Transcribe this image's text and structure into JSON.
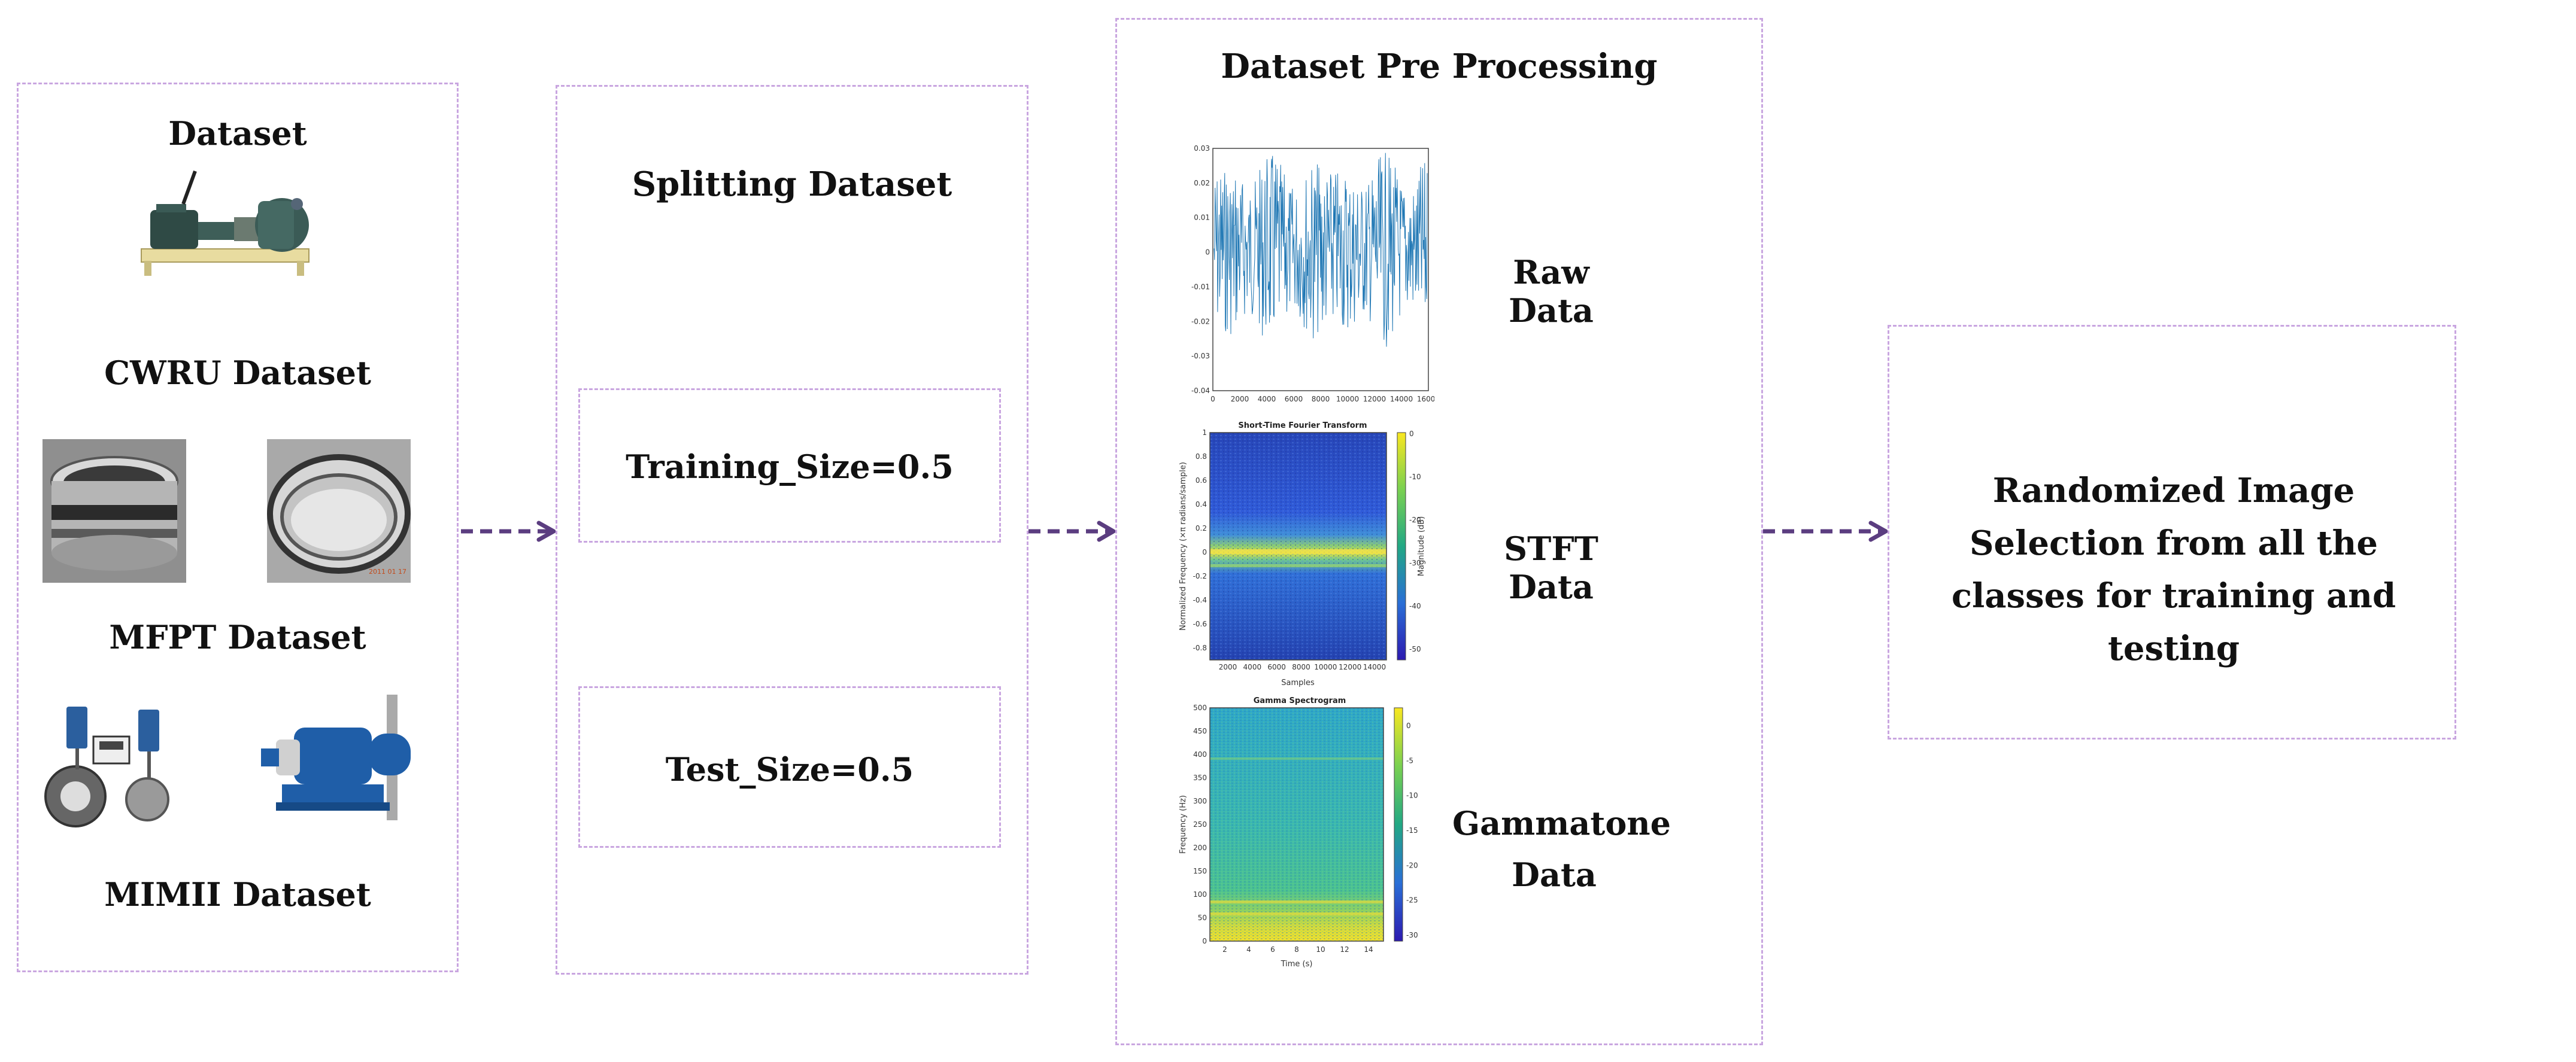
{
  "colors": {
    "border": "#c9a6e0",
    "arrow": "#5b3d80",
    "signal": "#1f77b4"
  },
  "dataset": {
    "title": "Dataset",
    "items": [
      {
        "label": "CWRU Dataset",
        "icon": "motor-test-rig-image"
      },
      {
        "label": "MFPT Dataset",
        "icon": "bearing-ring-image"
      },
      {
        "label": "MIMII Dataset",
        "icon": "valve-pump-image"
      }
    ]
  },
  "splitting": {
    "title": "Splitting Dataset",
    "training": "Training_Size=0.5",
    "test": "Test_Size=0.5"
  },
  "preprocessing": {
    "title": "Dataset Pre Processing",
    "raw_label": "Raw Data",
    "stft_label": "STFT Data",
    "gamma_label_line1": "Gammatone",
    "gamma_label_line2": "Data",
    "raw_plot": {
      "y_ticks": [
        "0.03",
        "0.02",
        "0.01",
        "0",
        "-0.01",
        "-0.02",
        "-0.03",
        "-0.04"
      ],
      "x_ticks": [
        "0",
        "2000",
        "4000",
        "6000",
        "8000",
        "10000",
        "12000",
        "14000",
        "16000"
      ]
    },
    "stft_plot": {
      "title": "Short-Time Fourier Transform",
      "ylabel": "Normalized Frequency (×π radians/sample)",
      "y_ticks": [
        "1",
        "0.8",
        "0.6",
        "0.4",
        "0.2",
        "0",
        "-0.2",
        "-0.4",
        "-0.6",
        "-0.8"
      ],
      "x_ticks": [
        "2000",
        "4000",
        "6000",
        "8000",
        "10000",
        "12000",
        "14000"
      ],
      "xlabel": "Samples",
      "cbar_label": "Magnitude (dB)",
      "cbar_ticks": [
        "0",
        "-10",
        "-20",
        "-30",
        "-40",
        "-50"
      ]
    },
    "gamma_plot": {
      "title": "Gamma Spectrogram",
      "ylabel": "Frequency (Hz)",
      "y_ticks": [
        "500",
        "450",
        "400",
        "350",
        "300",
        "250",
        "200",
        "150",
        "100",
        "50",
        "0"
      ],
      "x_ticks": [
        "2",
        "4",
        "6",
        "8",
        "10",
        "12",
        "14"
      ],
      "xlabel": "Time (s)",
      "cbar_ticks": [
        "0",
        "-5",
        "-10",
        "-15",
        "-20",
        "-25",
        "-30"
      ]
    }
  },
  "output": {
    "text": "Randomized Image Selection from all the classes for training and testing"
  }
}
